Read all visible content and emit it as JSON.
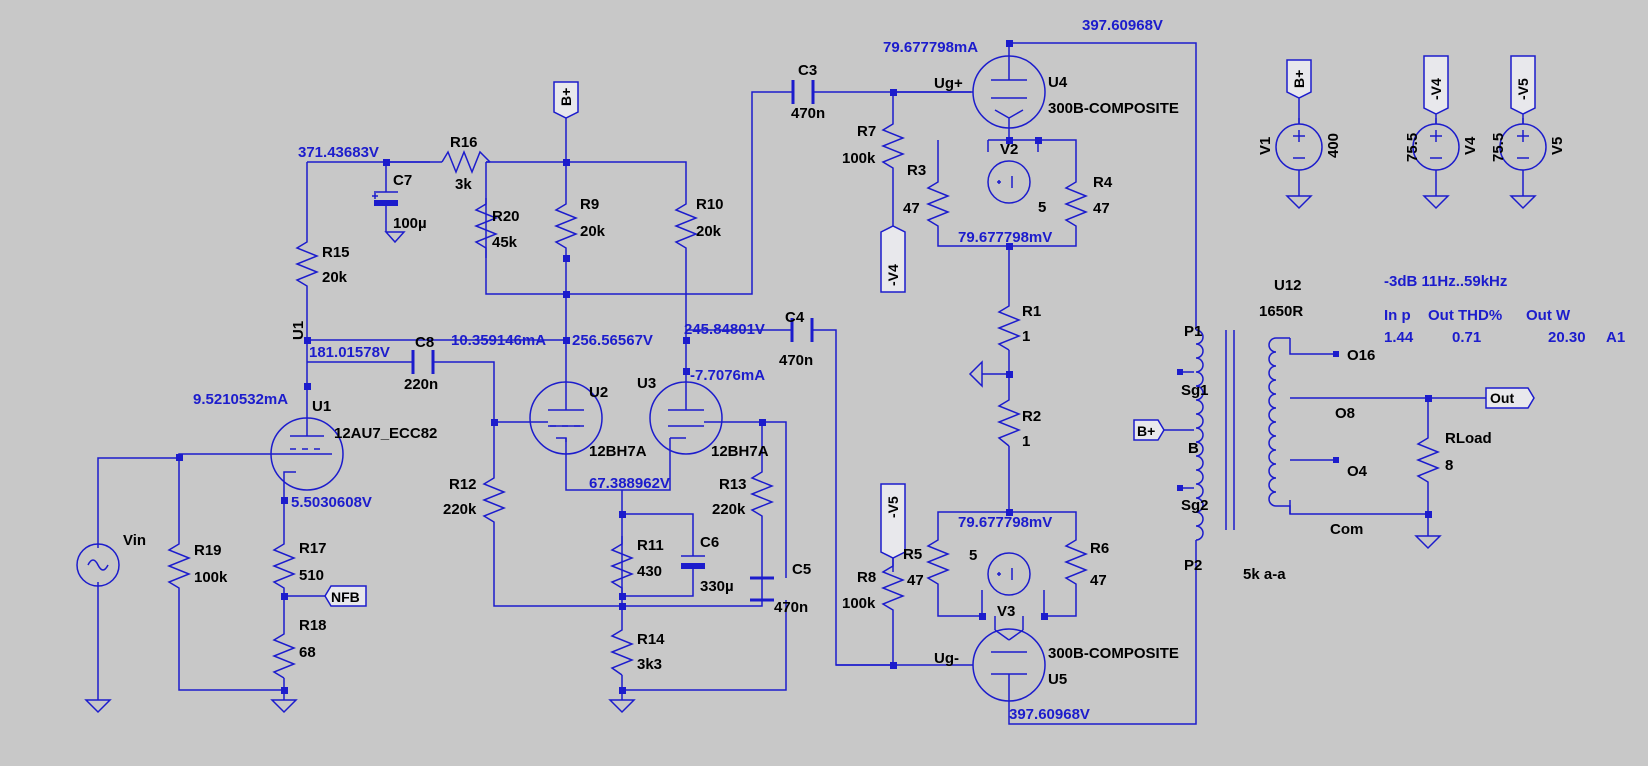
{
  "colors": {
    "background": "#c8c8c8",
    "wire": "#1c1ccc",
    "label": "#000000",
    "value": "#1c1ccc"
  },
  "nodes": {
    "u1_plate_v": "181.01578V",
    "u1_plate_i": "9.5210532mA",
    "u1_cathode_v": "5.5030608V",
    "c7_node_v": "371.43683V",
    "u2_plate_i": "10.359146mA",
    "u2_plate_v": "256.56567V",
    "u3_plate_v": "245.84801V",
    "u3_plate_i": "-7.7076mA",
    "ltp_cathode_v": "67.388962V",
    "u4_plate_v": "397.60968V",
    "u4_plate_i": "79.677798mA",
    "u4_cathode_v": "79.677798mV",
    "u5_cathode_v": "79.677798mV",
    "u5_plate_v": "397.60968V"
  },
  "components": {
    "c7": {
      "ref": "C7",
      "value": "100µ"
    },
    "r16": {
      "ref": "R16",
      "value": "3k"
    },
    "r15": {
      "ref": "R15",
      "value": "20k"
    },
    "u1_rail": {
      "ref": "U1"
    },
    "c8": {
      "ref": "C8",
      "value": "220n"
    },
    "u1": {
      "ref": "U1",
      "model": "12AU7_ECC82"
    },
    "r19": {
      "ref": "R19",
      "value": "100k"
    },
    "r17": {
      "ref": "R17",
      "value": "510"
    },
    "r18": {
      "ref": "R18",
      "value": "68"
    },
    "vin": {
      "ref": "Vin"
    },
    "r20": {
      "ref": "R20",
      "value": "45k"
    },
    "r9": {
      "ref": "R9",
      "value": "20k"
    },
    "r10": {
      "ref": "R10",
      "value": "20k"
    },
    "u2": {
      "ref": "U2",
      "model": "12BH7A"
    },
    "u3": {
      "ref": "U3",
      "model": "12BH7A"
    },
    "r12": {
      "ref": "R12",
      "value": "220k"
    },
    "r13": {
      "ref": "R13",
      "value": "220k"
    },
    "r11": {
      "ref": "R11",
      "value": "430"
    },
    "c6": {
      "ref": "C6",
      "value": "330µ"
    },
    "r14": {
      "ref": "R14",
      "value": "3k3"
    },
    "c5": {
      "ref": "C5",
      "value": "470n"
    },
    "c3": {
      "ref": "C3",
      "value": "470n"
    },
    "c4": {
      "ref": "C4",
      "value": "470n"
    },
    "r7": {
      "ref": "R7",
      "value": "100k"
    },
    "r8": {
      "ref": "R8",
      "value": "100k"
    },
    "u4": {
      "ref": "U4",
      "model": "300B-COMPOSITE",
      "grid": "Ug+"
    },
    "u5": {
      "ref": "U5",
      "model": "300B-COMPOSITE",
      "grid": "Ug-"
    },
    "v2": {
      "ref": "V2",
      "value": "5"
    },
    "v3": {
      "ref": "V3",
      "value": "5"
    },
    "r3": {
      "ref": "R3",
      "value": "47"
    },
    "r4": {
      "ref": "R4",
      "value": "47"
    },
    "r5": {
      "ref": "R5",
      "value": "47"
    },
    "r6": {
      "ref": "R6",
      "value": "47"
    },
    "r1": {
      "ref": "R1",
      "value": "1"
    },
    "r2": {
      "ref": "R2",
      "value": "1"
    },
    "u12": {
      "ref": "U12",
      "model": "1650R",
      "impedance": "5k a-a"
    },
    "rload": {
      "ref": "RLoad",
      "value": "8"
    },
    "v1": {
      "ref": "V1",
      "value": "400"
    },
    "v4": {
      "ref": "V4",
      "value": "75.5"
    },
    "v5": {
      "ref": "V5",
      "value": "75.5"
    }
  },
  "transformer_pins": {
    "p1": "P1",
    "sg1": "Sg1",
    "b": "B",
    "sg2": "Sg2",
    "p2": "P2",
    "o16": "O16",
    "o8": "O8",
    "o4": "O4",
    "com": "Com"
  },
  "net_labels": {
    "bplus": "B+",
    "neg_v4": "-V4",
    "neg_v5": "-V5",
    "nfb": "NFB",
    "out": "Out"
  },
  "results": {
    "bandwidth": "-3dB 11Hz..59kHz",
    "headers": [
      "In p",
      "Out THD%",
      "Out W"
    ],
    "values": [
      "1.44",
      "0.71",
      "20.30"
    ],
    "class": "A1"
  }
}
